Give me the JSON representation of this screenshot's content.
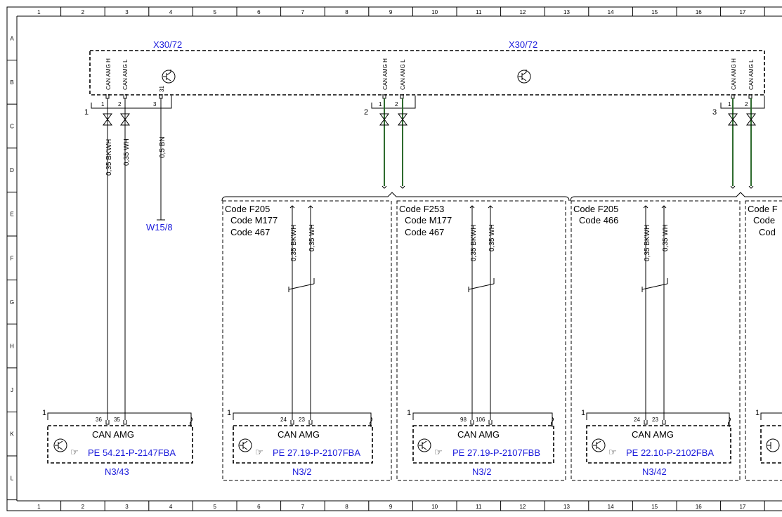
{
  "grid": {
    "columns": [
      "1",
      "2",
      "3",
      "4",
      "5",
      "6",
      "7",
      "8",
      "9",
      "10",
      "11",
      "12",
      "13",
      "14",
      "15",
      "16",
      "17"
    ],
    "rows": [
      "A",
      "B",
      "C",
      "D",
      "E",
      "F",
      "G",
      "H",
      "J",
      "K",
      "L"
    ]
  },
  "connector_label": "X30/72",
  "can_h_label": "CAN AMG H",
  "can_l_label": "CAN AMG L",
  "ground_pin": "31",
  "ground_wire": "0,5 BN",
  "ground_ref": "W15/8",
  "wire_bkwh": "0,35 BKWH",
  "wire_wh": "0,35 WH",
  "can_label": "CAN AMG",
  "groups": [
    {
      "num": "1",
      "pins": [
        "1",
        "2",
        "3"
      ]
    },
    {
      "num": "2",
      "pins": [
        "1",
        "2"
      ]
    },
    {
      "num": "3",
      "pins": [
        "1",
        "2"
      ]
    }
  ],
  "code_boxes": [
    {
      "lines": [
        "Code F205",
        "Code M177",
        "Code 467"
      ]
    },
    {
      "lines": [
        "Code F253",
        "Code M177",
        "Code 467"
      ]
    },
    {
      "lines": [
        "Code F205",
        "Code 466"
      ]
    },
    {
      "lines": [
        "Code F",
        "Code",
        "Cod"
      ]
    }
  ],
  "modules": [
    {
      "id": "N3/43",
      "ref": "PE 54.21-P-2147FBA",
      "pin_a": "36",
      "pin_b": "35",
      "conn": "1"
    },
    {
      "id": "N3/2",
      "ref": "PE 27.19-P-2107FBA",
      "pin_a": "24",
      "pin_b": "23",
      "conn": "1"
    },
    {
      "id": "N3/2",
      "ref": "PE 27.19-P-2107FBB",
      "pin_a": "98",
      "pin_b": "106",
      "conn": "1"
    },
    {
      "id": "N3/42",
      "ref": "PE 22.10-P-2102FBA",
      "pin_a": "24",
      "pin_b": "23",
      "conn": "1"
    },
    {
      "conn": "1"
    }
  ],
  "icons": {
    "transistor": "transistor-symbol-icon",
    "hand": "pointing-hand-icon"
  }
}
